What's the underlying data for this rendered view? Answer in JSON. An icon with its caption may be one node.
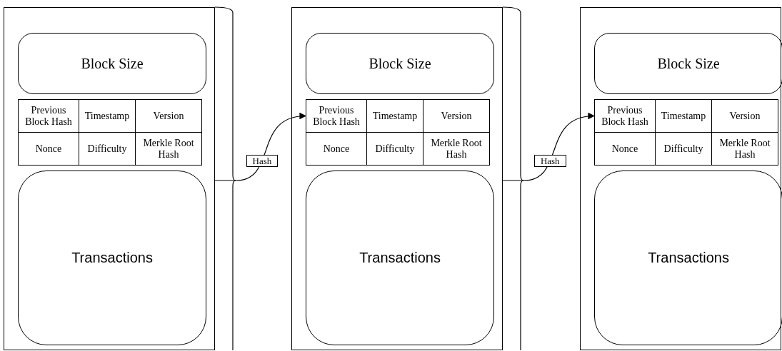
{
  "diagram": {
    "nodes": [
      {
        "text": [],
        "shape": "box"
      },
      {
        "text": [
          "Block Size"
        ],
        "in": 0
      },
      {
        "text": [
          "Previous Block Hash"
        ],
        "in": 0
      },
      {
        "text": [
          "Timestamp"
        ],
        "in": 0
      },
      {
        "text": [
          "Version"
        ],
        "in": 0
      },
      {
        "text": [
          "Nonce"
        ],
        "in": 0
      },
      {
        "text": [
          "Difficulty"
        ],
        "in": 0
      },
      {
        "text": [
          "Merkle Root Hash"
        ],
        "in": 0
      },
      {
        "text": [
          "Transactions"
        ],
        "in": 0
      },
      {
        "text": [],
        "shape": "box"
      },
      {
        "text": [
          "Block Size"
        ],
        "in": 9
      },
      {
        "text": [
          "Previous Block Hash"
        ],
        "in": 9
      },
      {
        "text": [
          "Timestamp"
        ],
        "in": 9
      },
      {
        "text": [
          "Version"
        ],
        "in": 9
      },
      {
        "text": [
          "Nonce"
        ],
        "in": 9
      },
      {
        "text": [
          "Difficulty"
        ],
        "in": 9
      },
      {
        "text": [
          "Merkle Root Hash"
        ],
        "in": 9
      },
      {
        "text": [
          "Transactions"
        ],
        "in": 9
      },
      {
        "text": [],
        "shape": "box"
      },
      {
        "text": [
          "Block Size"
        ],
        "in": 18
      },
      {
        "text": [
          "Previous Block Hash"
        ],
        "in": 18
      },
      {
        "text": [
          "Timestamp"
        ],
        "in": 18
      },
      {
        "text": [
          "Version"
        ],
        "in": 18
      },
      {
        "text": [
          "Nonce"
        ],
        "in": 18
      },
      {
        "text": [
          "Difficulty"
        ],
        "in": 18
      },
      {
        "text": [
          "Merkle Root Hash"
        ],
        "in": 18
      },
      {
        "text": [
          "Transactions"
        ],
        "in": 18
      }
    ],
    "edges": [
      {
        "from": 0,
        "to": 11,
        "arrow": "to",
        "label": "Hash"
      },
      {
        "from": 9,
        "to": 20,
        "arrow": "to",
        "label": "Hash"
      }
    ]
  }
}
